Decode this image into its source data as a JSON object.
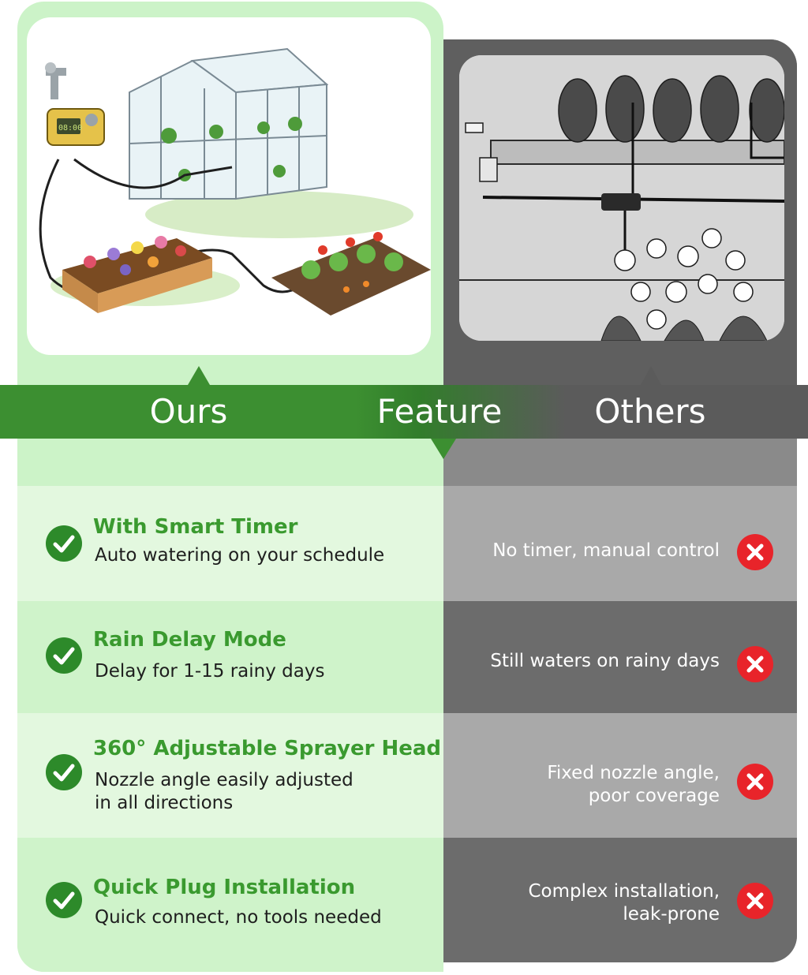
{
  "header": {
    "ours_label": "Ours",
    "feature_label": "Feature",
    "others_label": "Others"
  },
  "photos": {
    "ours_timer_display": "08:00"
  },
  "colors": {
    "ours_bg": "#ccf3c8",
    "ours_accent": "#3c8f31",
    "title_green": "#3a9a2f",
    "others_bg": "#8a8a8a",
    "others_dark": "#5b5b5b",
    "x_red": "#e8242a"
  },
  "rows": [
    {
      "title": "With Smart Timer",
      "desc": "Auto watering on your schedule",
      "other": "No timer, manual control"
    },
    {
      "title": "Rain Delay Mode",
      "desc": "Delay for 1-15 rainy days",
      "other": "Still waters on rainy days"
    },
    {
      "title": "360° Adjustable Sprayer Head",
      "desc": "Nozzle angle easily adjusted\nin all directions",
      "other": "Fixed nozzle angle,\npoor coverage"
    },
    {
      "title": "Quick Plug Installation",
      "desc": "Quick connect, no tools needed",
      "other": "Complex installation,\nleak-prone"
    }
  ],
  "icons": {
    "ours_row": "check-circle-icon",
    "others_row": "x-circle-icon"
  }
}
